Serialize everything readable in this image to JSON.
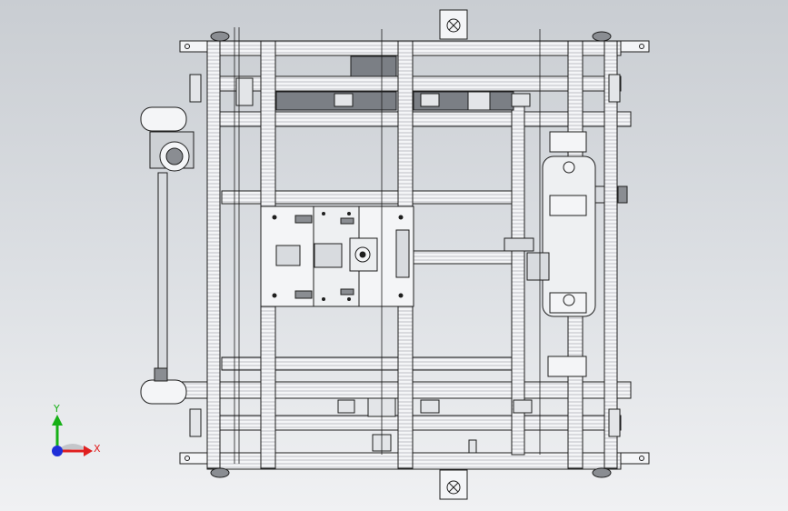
{
  "viewport": {
    "background_top": "#c9cdd2",
    "background_bottom": "#f0f1f3",
    "render_style": "shaded-with-edges",
    "view_orientation": "top"
  },
  "model": {
    "frame_color": "#f4f5f7",
    "edge_color": "#1e1e1e",
    "accent_grey": "#8a8d92"
  },
  "triad": {
    "x_label": "X",
    "y_label": "Y",
    "x_color": "#e02020",
    "y_color": "#16b016",
    "z_color": "#1f2fd8"
  }
}
